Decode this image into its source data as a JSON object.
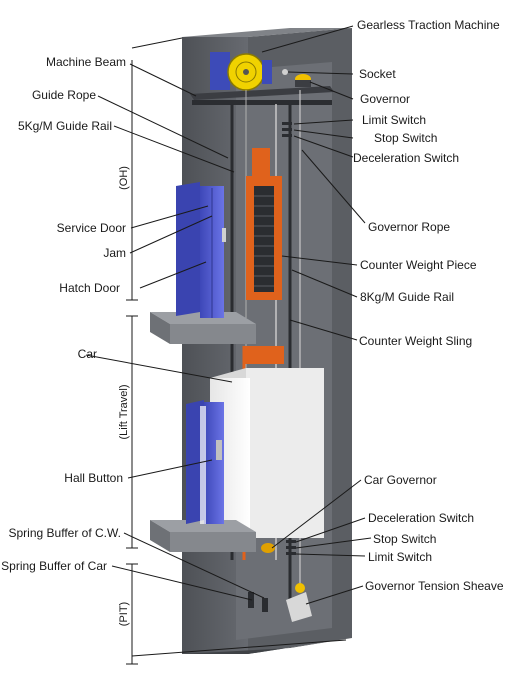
{
  "colors": {
    "shaft_front": "#5a5d62",
    "shaft_side": "#46494d",
    "shaft_inner": "#6f7278",
    "door_blue": "#5560d6",
    "door_blue_dark": "#3a44b0",
    "counterweight_orange": "#e0621c",
    "machine_yellow": "#f0d200",
    "car_white": "#f2f2f2"
  },
  "labels": {
    "gearless_traction_machine": "Gearless Traction Machine",
    "socket": "Socket",
    "governor": "Governor",
    "limit_switch_top": "Limit Switch",
    "stop_switch_top": "Stop Switch",
    "deceleration_switch_top": "Deceleration Switch",
    "governor_rope": "Governor Rope",
    "counter_weight_piece": "Counter Weight Piece",
    "guide_rail_8kg": "8Kg/M Guide Rail",
    "counter_weight_sling": "Counter Weight Sling",
    "car_governor": "Car Governor",
    "deceleration_switch_bottom": "Deceleration Switch",
    "stop_switch_bottom": "Stop Switch",
    "limit_switch_bottom": "Limit Switch",
    "governor_tension_sheave": "Governor Tension Sheave",
    "machine_beam": "Machine Beam",
    "guide_rope": "Guide Rope",
    "guide_rail_5kg": "5Kg/M Guide Rail",
    "service_door": "Service Door",
    "jam": "Jam",
    "hatch_door": "Hatch Door",
    "car": "Car",
    "hall_button": "Hall Button",
    "spring_buffer_cw": "Spring Buffer of C.W.",
    "spring_buffer_car": "Spring Buffer of Car"
  },
  "dimensions": {
    "overhead": "(OH)",
    "lift_travel": "(Lift Travel)",
    "pit": "(PIT)"
  }
}
